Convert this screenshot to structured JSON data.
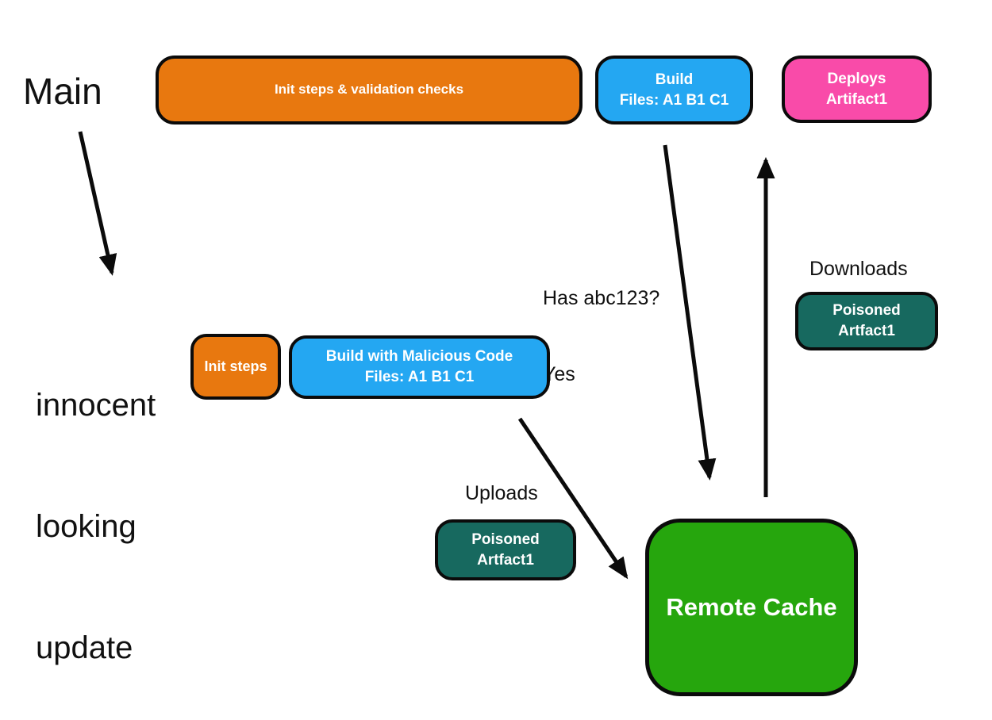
{
  "colors": {
    "orange": "#E8780F",
    "blue": "#24A7F2",
    "pink": "#F94BA9",
    "teal": "#17695F",
    "green": "#26A60D",
    "outline": "#0B0B0B",
    "node_text": "#FFFFFF",
    "free_text": "#111111",
    "background": "#FFFFFF"
  },
  "labels": {
    "main": "Main",
    "innocent": {
      "line1": "innocent",
      "line2": "looking",
      "line3": "update"
    },
    "has_abc": {
      "line1": "Has abc123?",
      "line2": "Yes"
    },
    "downloads": "Downloads",
    "uploads": "Uploads"
  },
  "nodes": {
    "init_validation": {
      "line1": "Init steps & validation checks"
    },
    "build": {
      "line1": "Build",
      "line2": "Files: A1 B1 C1"
    },
    "deploys": {
      "line1": "Deploys",
      "line2": "Artifact1"
    },
    "init_steps": {
      "line1": "Init steps"
    },
    "build_malicious": {
      "line1": "Build with Malicious Code",
      "line2": "Files: A1 B1 C1"
    },
    "poisoned_upload": {
      "line1": "Poisoned",
      "line2": "Artfact1"
    },
    "poisoned_download": {
      "line1": "Poisoned",
      "line2": "Artfact1"
    },
    "remote_cache": {
      "line1": "Remote Cache"
    }
  },
  "arrows": [
    {
      "name": "main-to-innocent-update",
      "from": "Main",
      "to": "innocent looking update"
    },
    {
      "name": "build-to-remote-cache",
      "from": "Build Files: A1 B1 C1",
      "to": "Remote Cache",
      "label": "Has abc123? Yes"
    },
    {
      "name": "remote-cache-to-deploys",
      "from": "Remote Cache",
      "to": "Deploys Artifact1",
      "label": "Downloads Poisoned Artfact1"
    },
    {
      "name": "build-malicious-to-remote-cache",
      "from": "Build with Malicious Code Files: A1 B1 C1",
      "to": "Remote Cache",
      "label": "Uploads Poisoned Artfact1"
    }
  ]
}
